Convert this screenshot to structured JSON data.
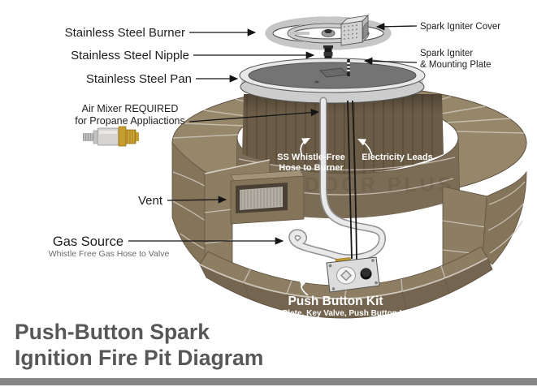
{
  "callouts": {
    "burner": "Stainless Steel Burner",
    "nipple": "Stainless Steel Nipple",
    "pan": "Stainless Steel Pan",
    "air_mixer_line1": "Air Mixer REQUIRED",
    "air_mixer_line2": "for Propane Appliactions",
    "vent": "Vent",
    "gas_source": "Gas Source",
    "gas_source_sub": "Whistle Free Gas Hose to Valve",
    "spark_igniter_cover": "Spark Igniter Cover",
    "spark_igniter_line1": "Spark Igniter",
    "spark_igniter_line2": "& Mounting Plate"
  },
  "overlay_labels": {
    "hose_line1": "SS Whistle-Free",
    "hose_line2": "Hose to Burner",
    "electricity": "Electricity Leads",
    "kit_title": "Push Button Kit",
    "kit_sub": "Mounting Plate, Key Valve, Push Button Igniter"
  },
  "watermark": "OUTDOOR PLUS",
  "title": {
    "line1": "Push-Button Spark",
    "line2": "Ignition Fire Pit Diagram"
  },
  "colors": {
    "label_text": "#1e1e1e",
    "muted_text": "#6b6b6b",
    "title_text": "#575757",
    "overlay_text": "#ffffff",
    "brick_top": "#96866a",
    "brick_face": "#84745a",
    "brick_light": "#8d7d63",
    "brick_dark": "#746550",
    "inner_wall": "#7b6c55",
    "mortar": "#d8d3c8",
    "steel_light": "#e8e8e8",
    "pan_top": "#747474",
    "brass": "#c79e2d",
    "footer_bar": "#868686",
    "background": "#ffffff"
  }
}
